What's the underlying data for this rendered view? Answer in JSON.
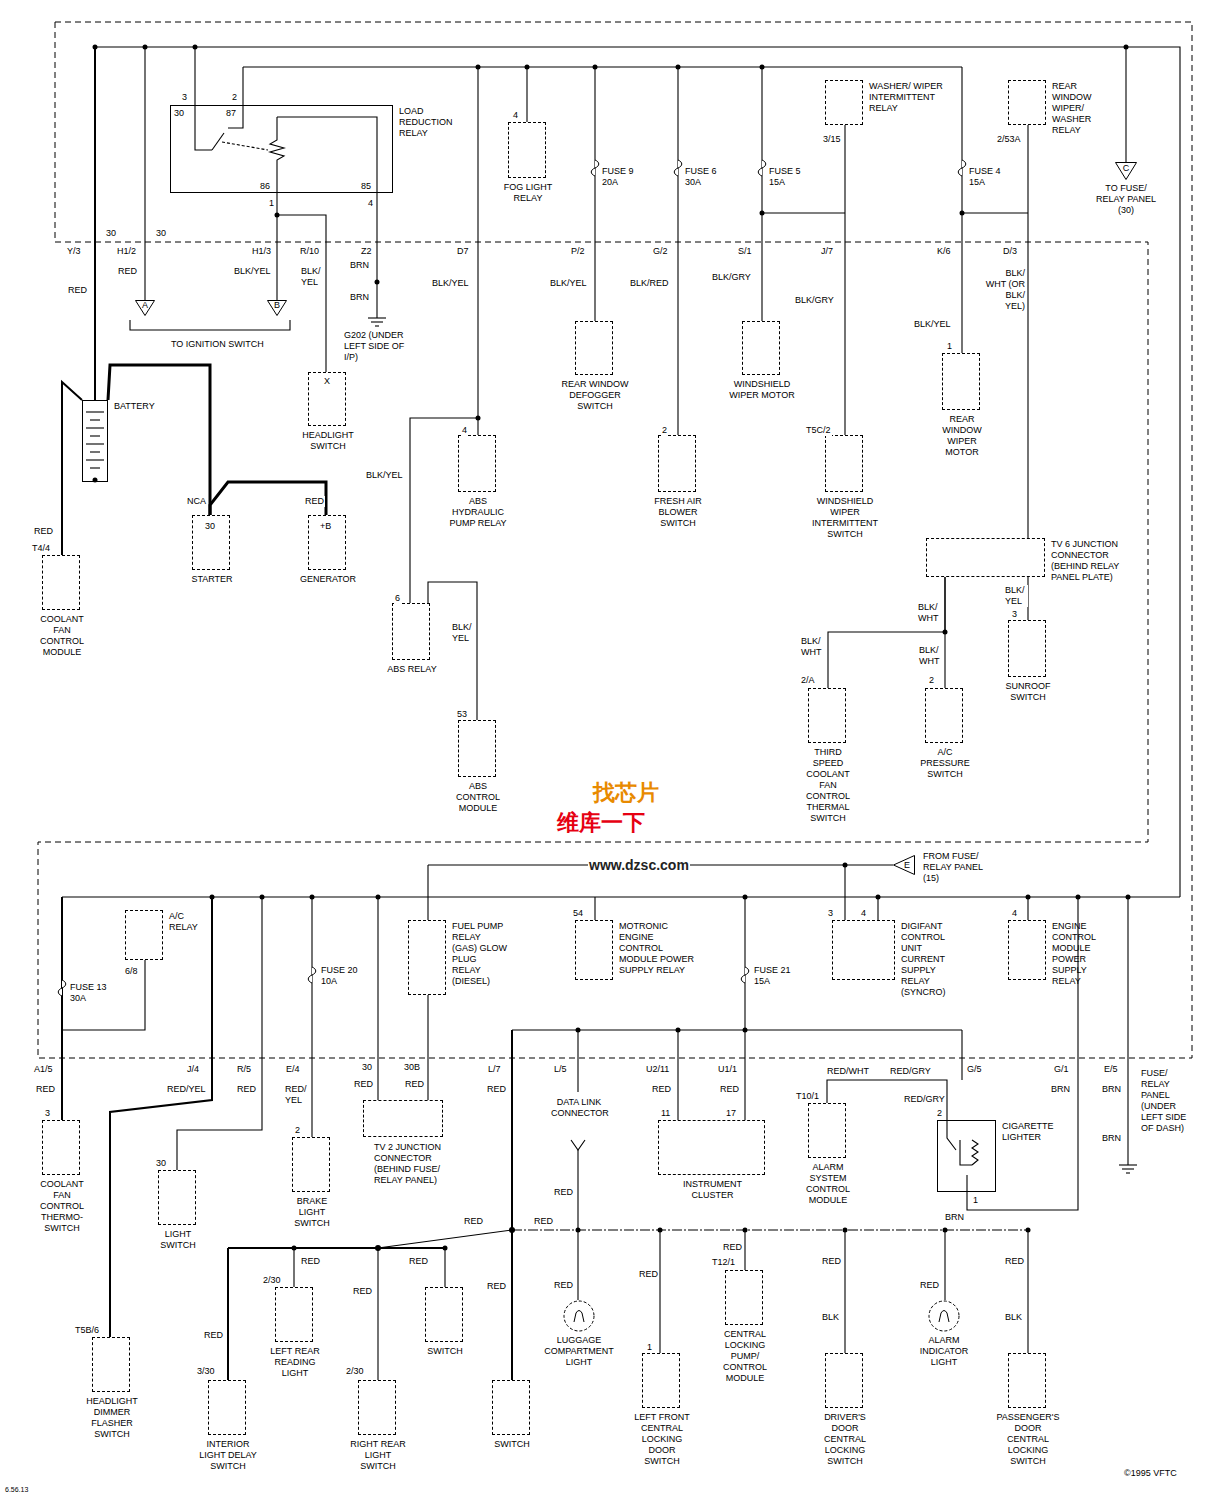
{
  "diagram": {
    "nodes": [
      {
        "text": [
          "LOAD REDUCTION RELAY"
        ]
      },
      {
        "text": [
          "FOG LIGHT RELAY"
        ]
      },
      {
        "text": [
          "WASHER/ WIPER INTERMITTENT RELAY"
        ]
      },
      {
        "text": [
          "REAR WINDOW WIPER/ WASHER RELAY"
        ]
      },
      {
        "text": [
          "HEADLIGHT SWITCH"
        ]
      },
      {
        "text": [
          "REAR WINDOW DEFOGGER SWITCH"
        ]
      },
      {
        "text": [
          "WINDSHIELD WIPER MOTOR"
        ]
      },
      {
        "text": [
          "BATTERY"
        ]
      },
      {
        "text": [
          "REAR WINDOW WIPER MOTOR"
        ]
      },
      {
        "text": [
          "ABS HYDRAULIC PUMP RELAY"
        ]
      },
      {
        "text": [
          "FRESH AIR BLOWER SWITCH"
        ]
      },
      {
        "text": [
          "WINDSHIELD WIPER INTERMITTENT SWITCH"
        ]
      },
      {
        "text": [
          "STARTER"
        ]
      },
      {
        "text": [
          "GENERATOR"
        ]
      },
      {
        "text": [
          "TV 6 JUNCTION CONNECTOR (BEHIND RELAY PANEL PLATE)"
        ]
      },
      {
        "text": [
          "COOLANT FAN CONTROL MODULE"
        ]
      },
      {
        "text": [
          "ABS RELAY"
        ]
      },
      {
        "text": [
          "SUNROOF SWITCH"
        ]
      },
      {
        "text": [
          "THIRD SPEED COOLANT FAN CONTROL THERMAL SWITCH"
        ]
      },
      {
        "text": [
          "A/C PRESSURE SWITCH"
        ]
      },
      {
        "text": [
          "ABS CONTROL MODULE"
        ]
      },
      {
        "text": [
          "A/C RELAY"
        ]
      },
      {
        "text": [
          "FUEL PUMP RELAY (GAS) GLOW PLUG RELAY (DIESEL)"
        ]
      },
      {
        "text": [
          "MOTRONIC ENGINE CONTROL MODULE POWER SUPPLY RELAY"
        ]
      },
      {
        "text": [
          "DIGIFANT CONTROL UNIT CURRENT SUPPLY RELAY (SYNCRO)"
        ]
      },
      {
        "text": [
          "ENGINE CONTROL MODULE POWER SUPPLY RELAY"
        ]
      },
      {
        "text": [
          "COOLANT FAN CONTROL THERMO-SWITCH"
        ]
      },
      {
        "text": [
          "LIGHT SWITCH"
        ]
      },
      {
        "text": [
          "BRAKE LIGHT SWITCH"
        ]
      },
      {
        "text": [
          "TV 2 JUNCTION CONNECTOR (BEHIND FUSE/ RELAY PANEL)"
        ]
      },
      {
        "text": [
          "INSTRUMENT CLUSTER"
        ]
      },
      {
        "text": [
          "ALARM SYSTEM CONTROL MODULE"
        ]
      },
      {
        "text": [
          "CIGARETTE LIGHTER"
        ]
      },
      {
        "text": [
          "HEADLIGHT DIMMER FLASHER SWITCH"
        ]
      },
      {
        "text": [
          "LEFT REAR READING LIGHT"
        ]
      },
      {
        "text": [
          "SWITCH"
        ]
      },
      {
        "text": [
          "LUGGAGE COMPARTMENT LIGHT"
        ]
      },
      {
        "text": [
          "CENTRAL LOCKING PUMP/ CONTROL MODULE"
        ]
      },
      {
        "text": [
          "ALARM INDICATOR LIGHT"
        ]
      },
      {
        "text": [
          "INTERIOR LIGHT DELAY SWITCH"
        ]
      },
      {
        "text": [
          "RIGHT REAR LIGHT SWITCH"
        ]
      },
      {
        "text": [
          "SWITCH"
        ]
      },
      {
        "text": [
          "LEFT FRONT CENTRAL LOCKING DOOR SWITCH"
        ]
      },
      {
        "text": [
          "DRIVER'S DOOR CENTRAL LOCKING SWITCH"
        ]
      },
      {
        "text": [
          "PASSENGER'S DOOR CENTRAL LOCKING SWITCH"
        ]
      },
      {
        "text": [
          "A"
        ]
      },
      {
        "text": [
          "B"
        ]
      },
      {
        "text": [
          "C",
          "TO FUSE/ RELAY PANEL (30)"
        ]
      },
      {
        "text": [
          "E",
          "FROM FUSE/ RELAY PANEL (15)"
        ]
      }
    ],
    "edges": [
      {
        "from": 7,
        "to": 12,
        "arrow": "none"
      },
      {
        "from": 12,
        "to": 13,
        "arrow": "none"
      },
      {
        "from": 7,
        "to": 15,
        "arrow": "none"
      },
      {
        "from": 16,
        "to": 20,
        "arrow": "none"
      },
      {
        "from": 14,
        "to": 17,
        "arrow": "none"
      },
      {
        "from": 14,
        "to": 18,
        "arrow": "none"
      },
      {
        "from": 14,
        "to": 19,
        "arrow": "none"
      },
      {
        "from": 22,
        "to": 29,
        "arrow": "none"
      },
      {
        "from": 31,
        "to": 32,
        "arrow": "none"
      }
    ],
    "labels": [
      "3",
      "30",
      "2",
      "87",
      "86",
      "85",
      "1",
      "4",
      "4",
      "FUSE 9 20A",
      "FUSE 6 30A",
      "FUSE 5 15A",
      "FUSE 4 15A",
      "3/15",
      "2/53A",
      "30",
      "30",
      "Y/3",
      "H1/2",
      "H1/3",
      "R/10",
      "Z2",
      "D7",
      "P/2",
      "G/2",
      "S/1",
      "J/7",
      "K/6",
      "D/3",
      "RED",
      "RED",
      "BLK/YEL",
      "BLK/ YEL",
      "BRN",
      "BRN",
      "BLK/YEL",
      "BLK/YEL",
      "BLK/RED",
      "BLK/GRY",
      "BLK/GRY",
      "BLK/YEL",
      "BLK/ WHT (OR BLK/ YEL)",
      "G202 (UNDER LEFT SIDE OF I/P)",
      "TO IGNITION SWITCH",
      "X",
      "1",
      "4",
      "2",
      "T5C/2",
      "BLK/YEL",
      "NCA",
      "RED",
      "30",
      "+B",
      "RED",
      "T4/4",
      "6",
      "BLK/ YEL",
      "53",
      "BLK/ WHT",
      "BLK/ YEL",
      "3",
      "BLK/ WHT",
      "BLK/ WHT",
      "2/A",
      "2",
      "找芯片",
      "维库一下",
      "www.dzsc.com",
      "3",
      "4",
      "54",
      "4",
      "6/8",
      "FUSE 13 30A",
      "FUSE 20 10A",
      "FUSE 21 15A",
      "A1/5",
      "J/4",
      "R/5",
      "E/4",
      "30",
      "30B",
      "L/7",
      "L/5",
      "U2/11",
      "U1/1",
      "G/5",
      "G/1",
      "E/5",
      "RED",
      "RED/YEL",
      "RED",
      "RED/ YEL",
      "RED",
      "RED",
      "RED",
      "RED",
      "RED",
      "RED/WHT",
      "RED/GRY",
      "RED/GRY",
      "BRN",
      "BRN",
      "BRN",
      "FUSE/ RELAY PANEL (UNDER LEFT SIDE OF DASH)",
      "DATA LINK CONNECTOR",
      "3",
      "30",
      "2",
      "11",
      "17",
      "T10/1",
      "2",
      "1",
      "BRN",
      "RED",
      "RED",
      "RED",
      "RED",
      "RED",
      "2/30",
      "RED",
      "RED",
      "RED",
      "3/30",
      "2/30",
      "T5B/6",
      "RED",
      "RED",
      "1",
      "RED",
      "T12/1",
      "RED",
      "BLK",
      "RED",
      "RED",
      "BLK",
      "6.56.13",
      "©1995 VFTC"
    ]
  }
}
